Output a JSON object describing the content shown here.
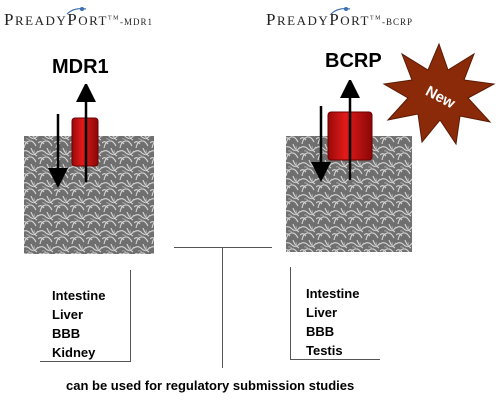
{
  "left": {
    "logo": {
      "brand_first": "P",
      "brand_rest": "READY",
      "brand2_first": "P",
      "brand2_rest": "ORT",
      "tm": "TM",
      "suffix": "-MDR1"
    },
    "title": "MDR1",
    "tissues": [
      "Intestine",
      "Liver",
      "BBB",
      "Kidney"
    ]
  },
  "right": {
    "logo": {
      "brand_first": "P",
      "brand_rest": "READY",
      "brand2_first": "P",
      "brand2_rest": "ORT",
      "tm": "TM",
      "suffix": "-BCRP"
    },
    "title": "BCRP",
    "tissues": [
      "Intestine",
      "Liver",
      "BBB",
      "Testis"
    ],
    "badge": "New"
  },
  "footer": "can be used for regulatory submission studies",
  "colors": {
    "transporter": "#cc1111",
    "badge": "#8b2a08",
    "cell_layer": "#7a7a7a"
  }
}
